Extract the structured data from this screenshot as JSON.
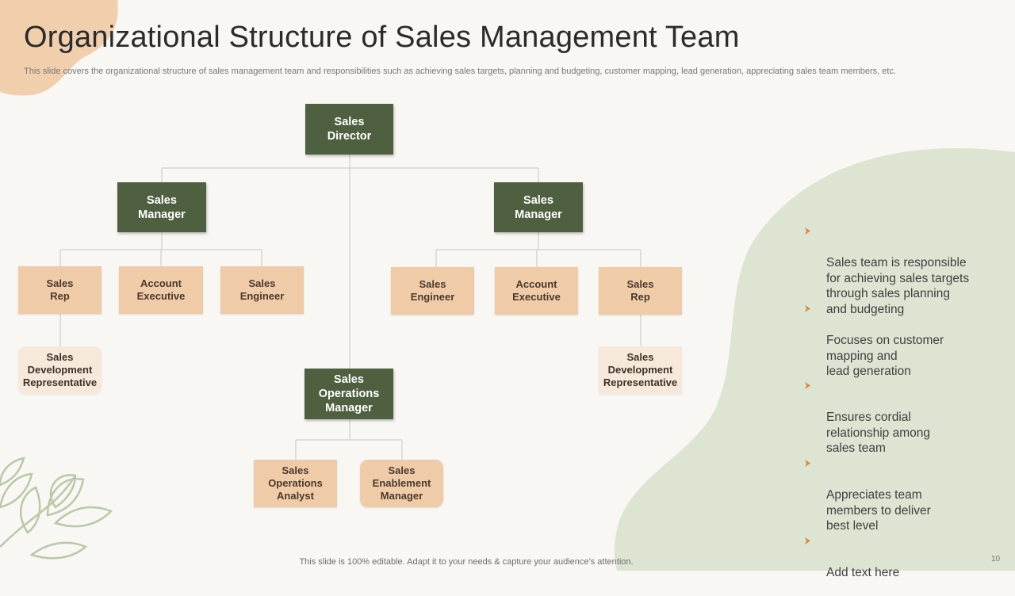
{
  "slide": {
    "title": "Organizational Structure of Sales Management Team",
    "subtitle": "This slide covers the organizational structure of sales management team and responsibilities such as achieving sales targets, planning and budgeting, customer mapping, lead generation, appreciating sales team members, etc.",
    "footer": "This slide is 100% editable. Adapt it to your needs & capture your audience’s attention.",
    "page_number": "10"
  },
  "colors": {
    "dark_node": "#4e6040",
    "tan_node": "#efcba8",
    "light_node": "#f6e8da",
    "bullet_accent": "#d98a3d",
    "green_blob": "#dde4d2",
    "peach_blob": "#f1cfad"
  },
  "org_chart": {
    "director": "Sales\nDirector",
    "left_manager": "Sales\nManager",
    "right_manager": "Sales\nManager",
    "left_reports": [
      "Sales\nRep",
      "Account\nExecutive",
      "Sales\nEngineer"
    ],
    "right_reports": [
      "Sales\nEngineer",
      "Account\nExecutive",
      "Sales\nRep"
    ],
    "left_sdr": "Sales\nDevelopment\nRepresentative",
    "right_sdr": "Sales\nDevelopment\nRepresentative",
    "ops_manager": "Sales\nOperations\nManager",
    "ops_reports": [
      "Sales\nOperations\nAnalyst",
      "Sales\nEnablement\nManager"
    ]
  },
  "responsibilities": [
    "Sales team is responsible\nfor achieving sales targets\nthrough sales planning\nand budgeting",
    "Focuses on customer\nmapping and\nlead generation",
    "Ensures cordial\nrelationship among\nsales team",
    "Appreciates team\nmembers to deliver\nbest level",
    "Add text here"
  ]
}
